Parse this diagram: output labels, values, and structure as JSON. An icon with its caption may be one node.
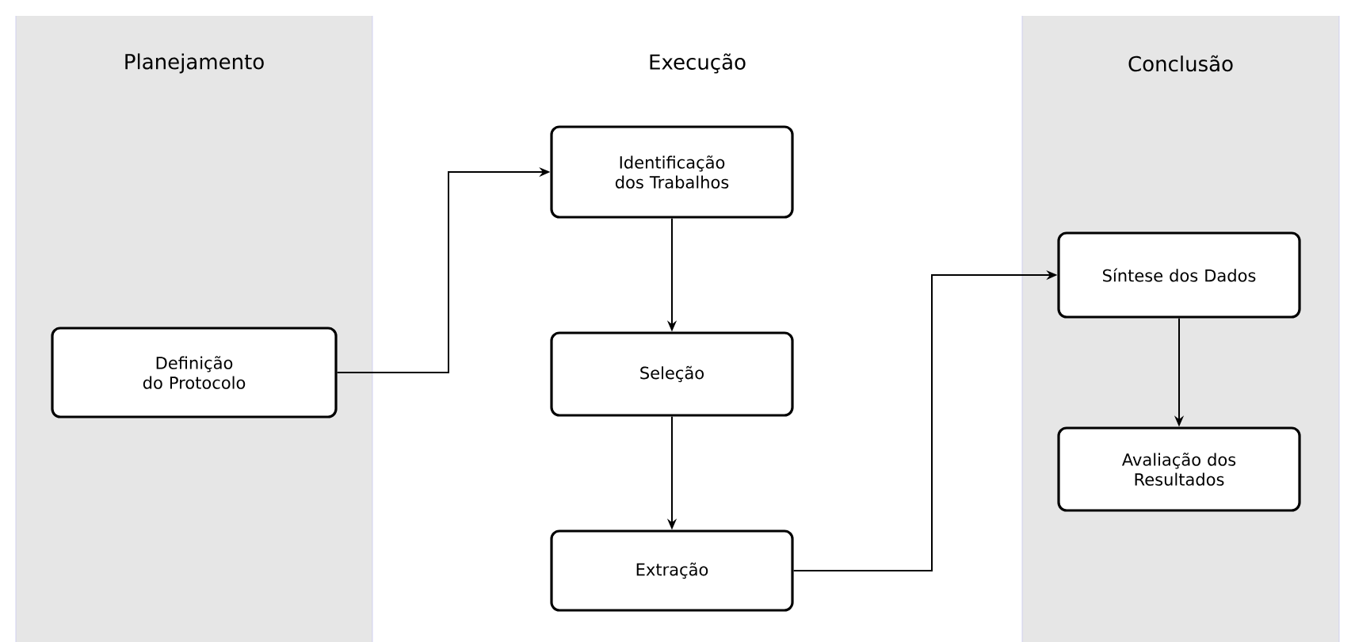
{
  "diagram": {
    "nodes": [
      {
        "text": [
          "Planejamento"
        ]
      },
      {
        "text": [
          "Definição do Protocolo"
        ],
        "in": 0
      },
      {
        "text": [
          "Identificação dos Trabalhos"
        ]
      },
      {
        "text": [
          "Seleção"
        ]
      },
      {
        "text": [
          "Extração"
        ]
      },
      {
        "text": [
          "Conclusão"
        ]
      },
      {
        "text": [
          "Síntese dos Dados"
        ],
        "in": 5
      },
      {
        "text": [
          "Avaliação dos Resultados"
        ],
        "in": 5
      }
    ],
    "edges": [
      {
        "from": 1,
        "to": 2,
        "arrow": "to"
      },
      {
        "from": 2,
        "to": 3,
        "arrow": "to"
      },
      {
        "from": 3,
        "to": 4,
        "arrow": "to"
      },
      {
        "from": 4,
        "to": 6,
        "arrow": "to"
      },
      {
        "from": 6,
        "to": 7,
        "arrow": "to"
      }
    ],
    "labels": [
      "Execução"
    ]
  }
}
